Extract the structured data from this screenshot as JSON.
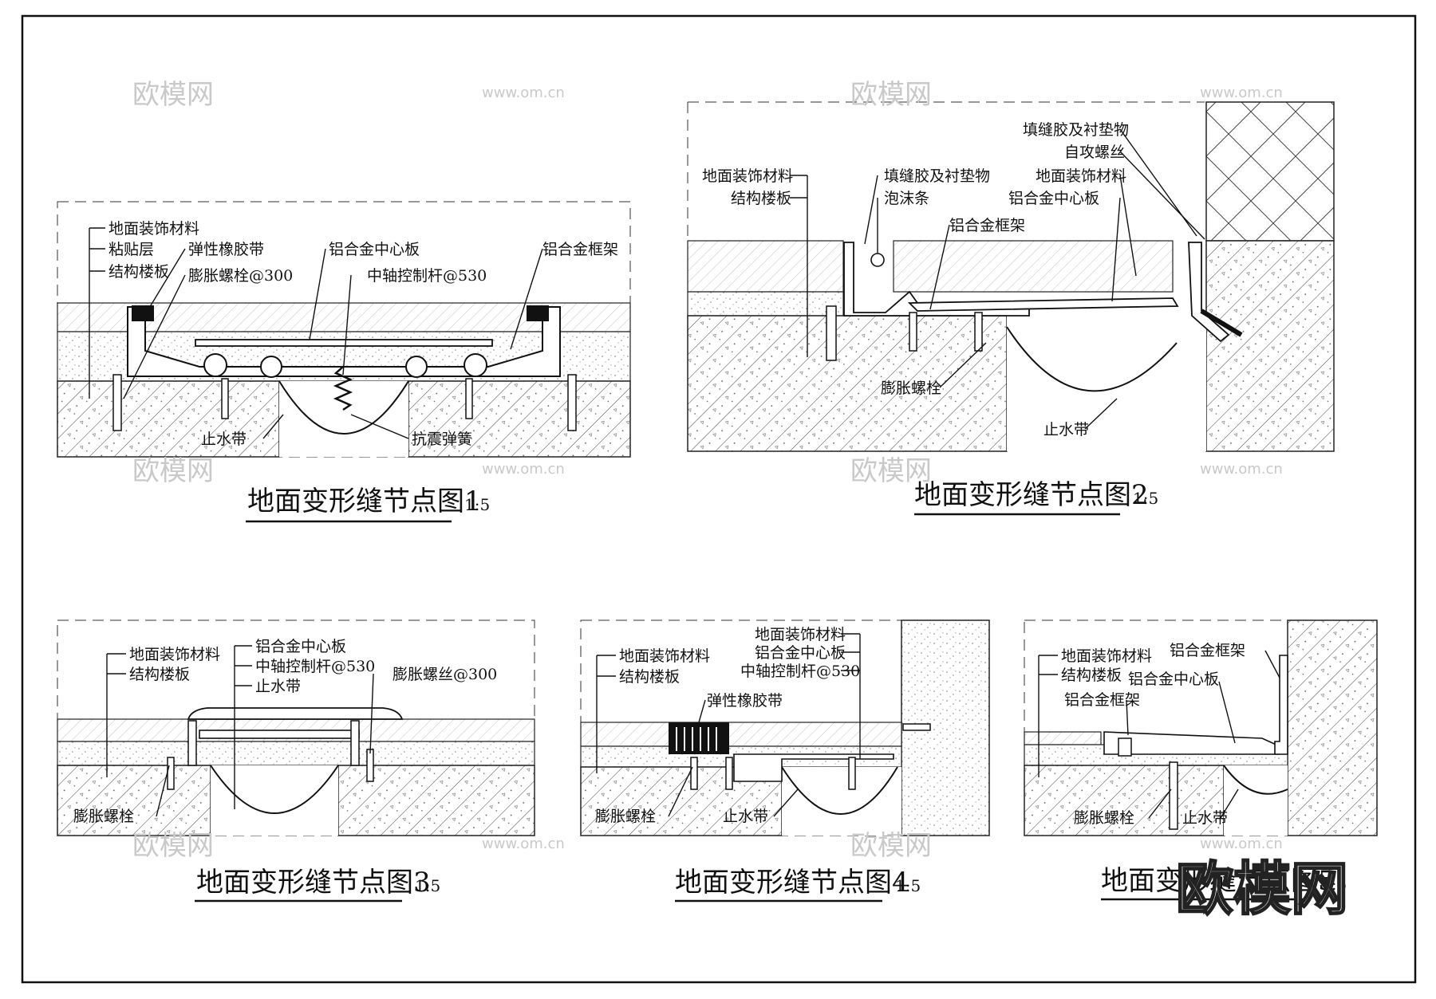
{
  "drawings": [
    {
      "title": "地面变形缝节点图1",
      "scale": "1:5",
      "labels": [
        "地面装饰材料",
        "粘贴层",
        "结构楼板",
        "弹性橡胶带",
        "膨胀螺栓@300",
        "铝合金中心板",
        "中轴控制杆@530",
        "铝合金框架",
        "止水带",
        "抗震弹簧"
      ]
    },
    {
      "title": "地面变形缝节点图2",
      "scale": "1:5",
      "labels": [
        "地面装饰材料",
        "结构楼板",
        "填缝胶及衬垫物",
        "泡沫条",
        "铝合金框架",
        "填缝胶及衬垫物",
        "自攻螺丝",
        "地面装饰材料",
        "铝合金中心板",
        "膨胀螺栓",
        "止水带"
      ]
    },
    {
      "title": "地面变形缝节点图3",
      "scale": "1:5",
      "labels": [
        "地面装饰材料",
        "结构楼板",
        "铝合金中心板",
        "中轴控制杆@530",
        "止水带",
        "膨胀螺丝@300",
        "膨胀螺栓"
      ]
    },
    {
      "title": "地面变形缝节点图4",
      "scale": "1:5",
      "labels": [
        "地面装饰材料",
        "结构楼板",
        "地面装饰材料",
        "铝合金中心板",
        "中轴控制杆@530",
        "弹性橡胶带",
        "膨胀螺栓",
        "止水带"
      ]
    },
    {
      "title": "地面变形缝节点图5",
      "scale": "1:5",
      "labels": [
        "地面装饰材料",
        "结构楼板",
        "铝合金框架",
        "铝合金中心板",
        "铝合金框架",
        "膨胀螺栓",
        "止水带"
      ]
    }
  ],
  "watermark": {
    "logo_text": "欧模网",
    "url_text": "www.om.cn",
    "big_logo": "欧模网"
  }
}
